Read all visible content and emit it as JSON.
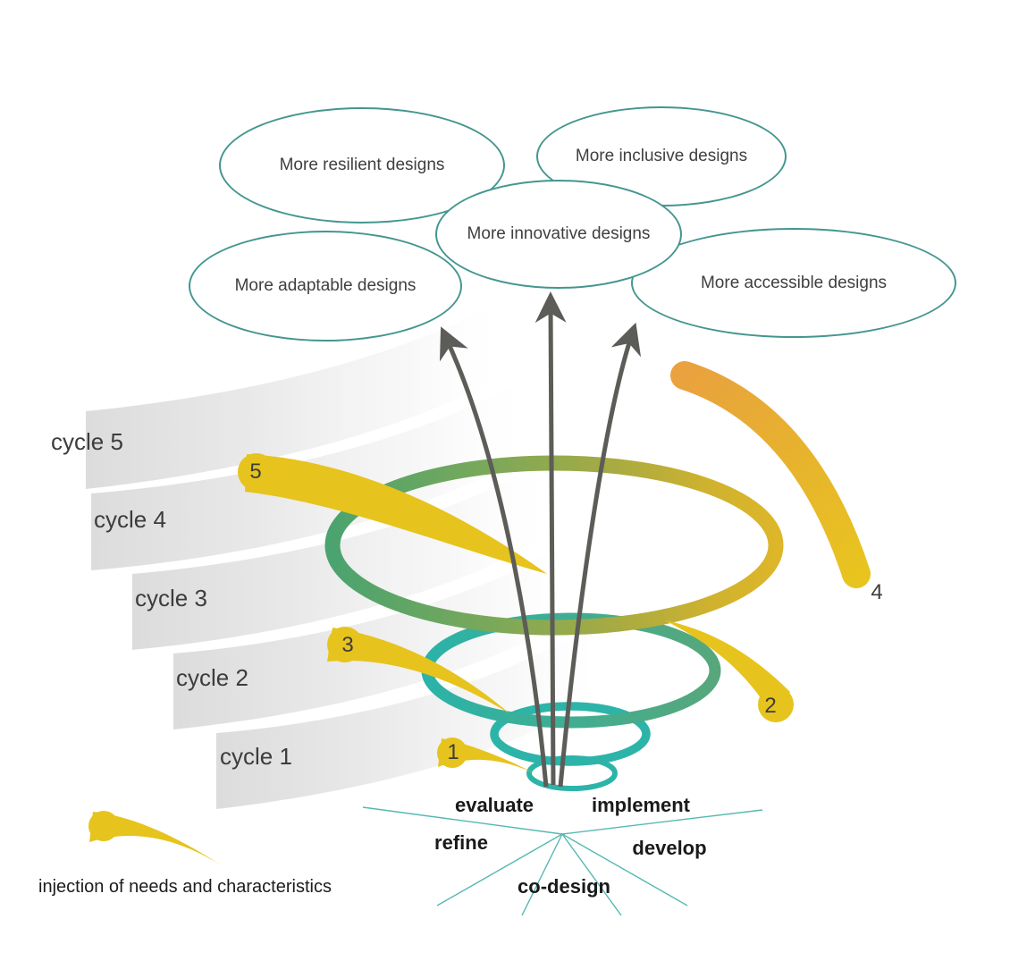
{
  "bubbles": [
    {
      "label": "More resilient designs"
    },
    {
      "label": "More inclusive designs"
    },
    {
      "label": "More innovative designs"
    },
    {
      "label": "More adaptable designs"
    },
    {
      "label": "More accessible designs"
    }
  ],
  "cycles": [
    {
      "label": "cycle 5"
    },
    {
      "label": "cycle 4"
    },
    {
      "label": "cycle 3"
    },
    {
      "label": "cycle 2"
    },
    {
      "label": "cycle 1"
    }
  ],
  "injection_numbers": [
    "5",
    "4",
    "3",
    "2",
    "1"
  ],
  "process": {
    "evaluate": "evaluate",
    "implement": "implement",
    "refine": "refine",
    "develop": "develop",
    "co_design": "co-design"
  },
  "legend": {
    "injection_label": "injection of needs and characteristics"
  },
  "colors": {
    "teal": "#2db4a8",
    "fan_teal": "#56b9b1",
    "green": "#5fa764",
    "yellow": "#e7c31d",
    "orange": "#e9a23e",
    "bubble_border": "#44968f",
    "arrow_gray": "#5c5c58",
    "text_dark": "#3c3c3c"
  }
}
